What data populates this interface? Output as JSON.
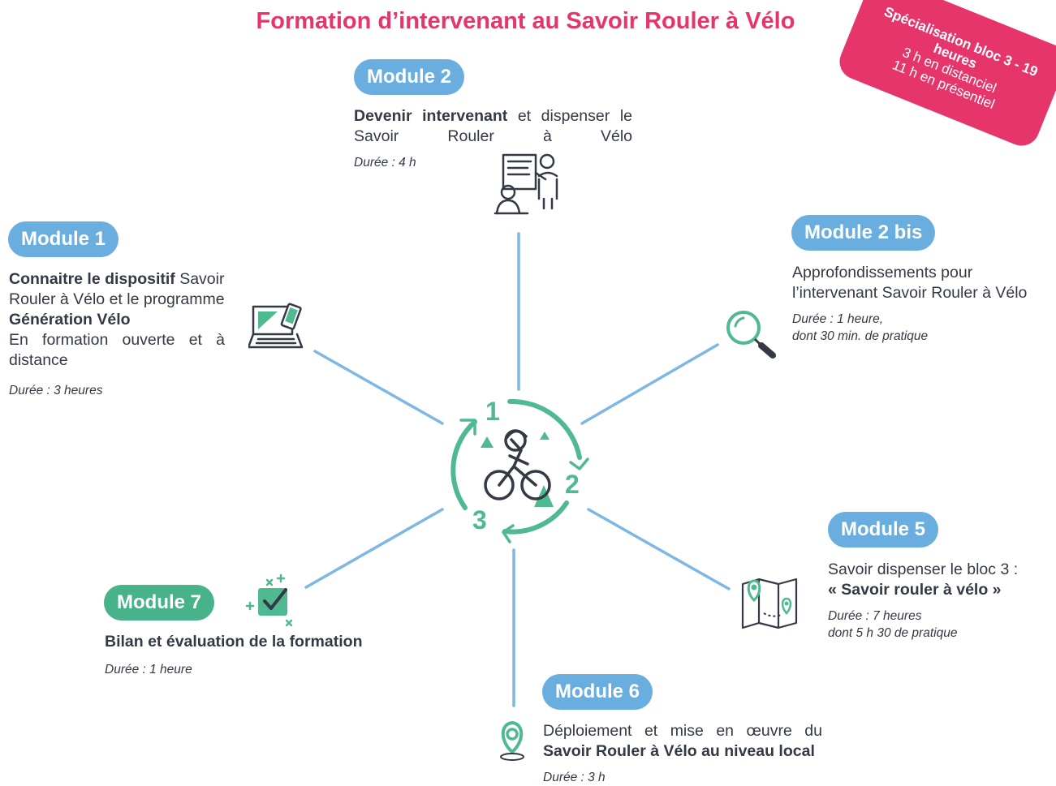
{
  "title": "Formation d’intervenant au Savoir Rouler à Vélo",
  "colors": {
    "title": "#e6356b",
    "banner": "#e6356b",
    "pill_blue": "#6aaee0",
    "pill_green": "#48b38a",
    "line": "#7fb7e4",
    "cycle": "#4fb991",
    "icon_dark": "#333a45",
    "icon_green": "#4fb991"
  },
  "banner": {
    "line1": "Spécialisation bloc 3 - 19 heures",
    "line2": "3 h en distanciel",
    "line3": "11 h en présentiel"
  },
  "center": {
    "icon": "cyclist-cycle-icon",
    "steps": [
      "1",
      "2",
      "3"
    ]
  },
  "modules": {
    "m1": {
      "label": "Module 1",
      "bold1": "Connaitre le dispositif",
      "text1": " Savoir Rouler à Vélo et le programme",
      "bold2": "Génération Vélo",
      "text2": "En formation ouverte et à distance",
      "duration": "Durée : 3 heures",
      "icon": "laptop-phone-icon"
    },
    "m2": {
      "label": "Module 2",
      "bold1": "Devenir intervenant",
      "text1": " et dispenser le Savoir Rouler à Vélo",
      "duration": "Durée : 4 h",
      "icon": "trainer-icon"
    },
    "m2b": {
      "label": "Module 2 bis",
      "text1": "Approfondissements pour l’intervenant Savoir Rouler à Vélo",
      "duration1": "Durée : 1 heure,",
      "duration2": "dont 30 min. de pratique",
      "icon": "magnifier-icon"
    },
    "m5": {
      "label": "Module 5",
      "text1": "Savoir dispenser le bloc 3 :",
      "bold1": "« Savoir rouler à vélo »",
      "duration1": "Durée : 7 heures",
      "duration2": "dont 5 h 30 de pratique",
      "icon": "map-icon"
    },
    "m6": {
      "label": "Module 6",
      "text1": "Déploiement et mise en œuvre du",
      "bold1": "Savoir Rouler à Vélo au niveau local",
      "duration": "Durée : 3 h",
      "icon": "location-pin-icon"
    },
    "m7": {
      "label": "Module 7",
      "bold1": "Bilan et évaluation de la formation",
      "duration": "Durée : 1 heure",
      "icon": "checkbox-icon"
    }
  }
}
